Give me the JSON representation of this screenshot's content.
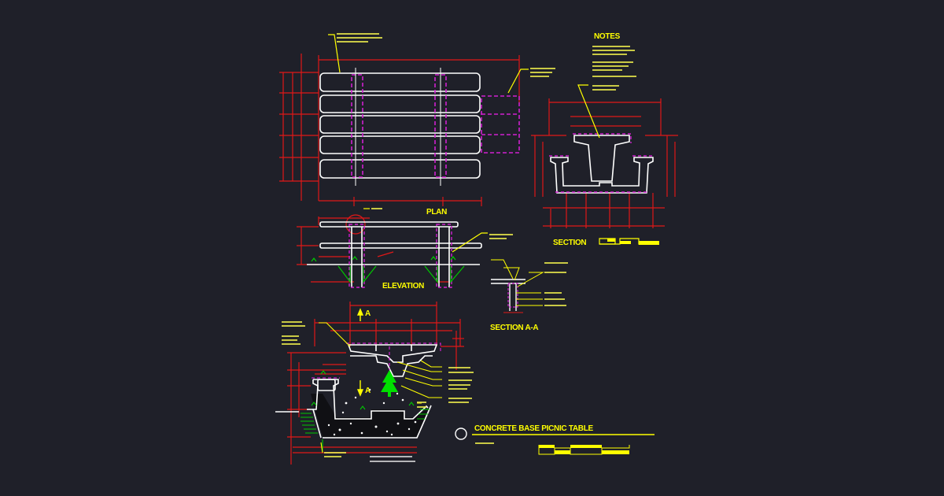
{
  "labels": {
    "notes": "NOTES",
    "plan": "PLAN",
    "elevation": "ELEVATION",
    "section": "SECTION",
    "section_aa": "SECTION A-A",
    "title": "CONCRETE BASE PICNIC TABLE",
    "cut_marker": "A"
  },
  "colors": {
    "background": "#1f2029",
    "outline": "#ffffff",
    "dimension": "#e01818",
    "hidden": "#d020d0",
    "annotation": "#ffff00",
    "ground": "#00c800"
  }
}
